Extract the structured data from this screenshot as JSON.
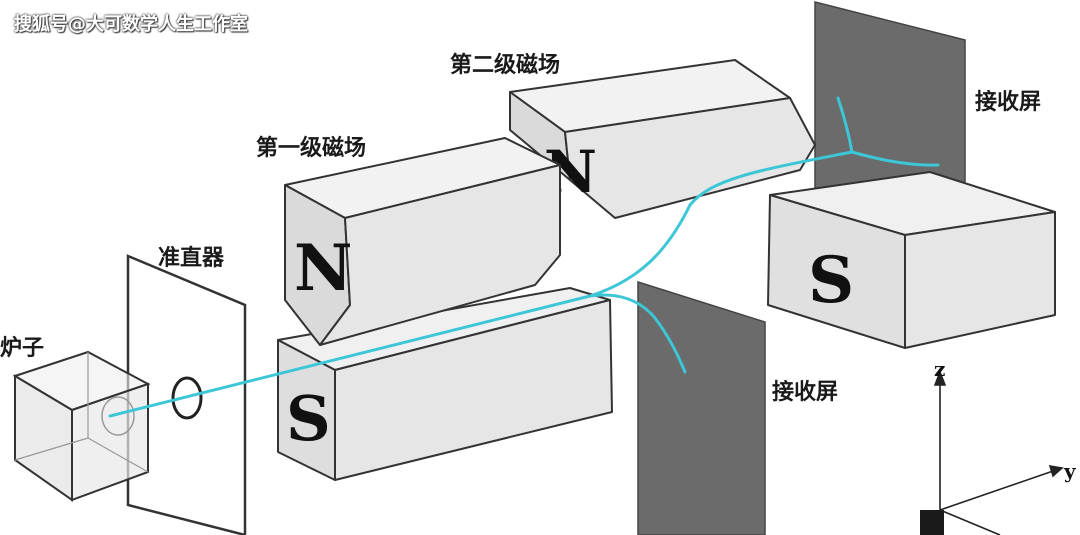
{
  "watermark": "搜狐号@大可数学人生工作室",
  "labels": {
    "furnace": "炉子",
    "collimator": "准直器",
    "first_field": "第一级磁场",
    "second_field": "第二级磁场",
    "screen_right": "接收屏",
    "screen_bottom": "接收屏"
  },
  "poles": {
    "n1": "N",
    "s1": "S",
    "n2": "N",
    "s2": "S"
  },
  "axes": {
    "z": "z",
    "y": "y"
  },
  "colors": {
    "beam": "#3cc6d6",
    "screen": "#6b6b6b",
    "magnet_face": "#e6e6e6",
    "magnet_edge": "#333333"
  }
}
